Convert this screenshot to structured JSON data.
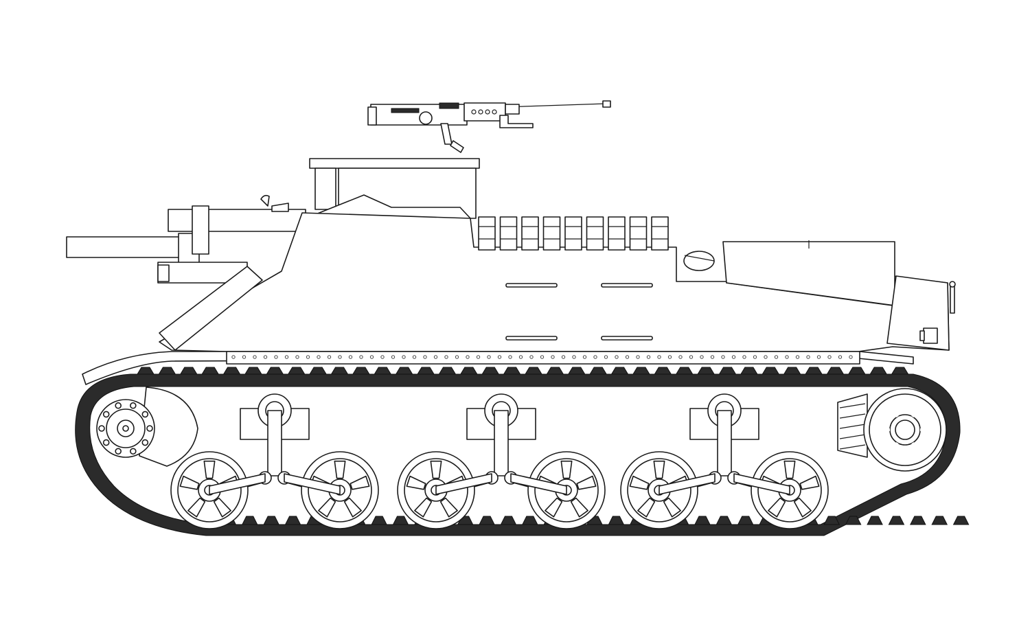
{
  "drawing": {
    "subject": "tracked-vehicle-side-profile",
    "style": "line-art",
    "colors": {
      "background": "#ffffff",
      "line": "#1a1a1a",
      "track": "#2b2b2b",
      "fill": "#ffffff"
    },
    "counts": {
      "road_wheels": 6,
      "bogies": 3,
      "ammo_racks": 9,
      "track_teeth": 36
    }
  }
}
